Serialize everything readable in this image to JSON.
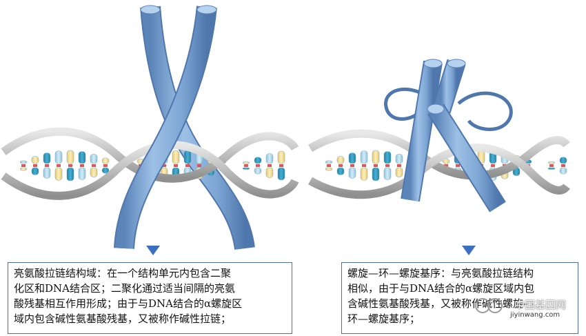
{
  "panels": [
    {
      "id": "leucine-zipper",
      "caption": "亮氨酸拉链结构域：在一个结构单元内包含二聚\n化区和DNA结合区；二聚化通过适当间隔的亮氨\n酸残基相互作用形成；由于与DNA结合的α螺旋区\n域内包含碱性氨基酸残基，又被称作碱性拉链；"
    },
    {
      "id": "helix-loop-helix",
      "caption": "螺旋—环—螺旋基序：与亮氨酸拉链结构\n相似，由于与DNA结合的α螺旋区域内包\n含碱性氨基酸残基，又被称作碱性螺旋—\n环—螺旋基序；"
    }
  ],
  "watermark": {
    "text": "中国基因网",
    "url": "jiyinwang.com"
  },
  "colors": {
    "protein": "#7fa7d6",
    "dna_backbone": "#c9c9c9",
    "base_teal": "#2b93b8",
    "base_light_blue": "#a8d3e6",
    "base_yellow": "#f0d98a",
    "arrow": "#3c6fc0"
  }
}
